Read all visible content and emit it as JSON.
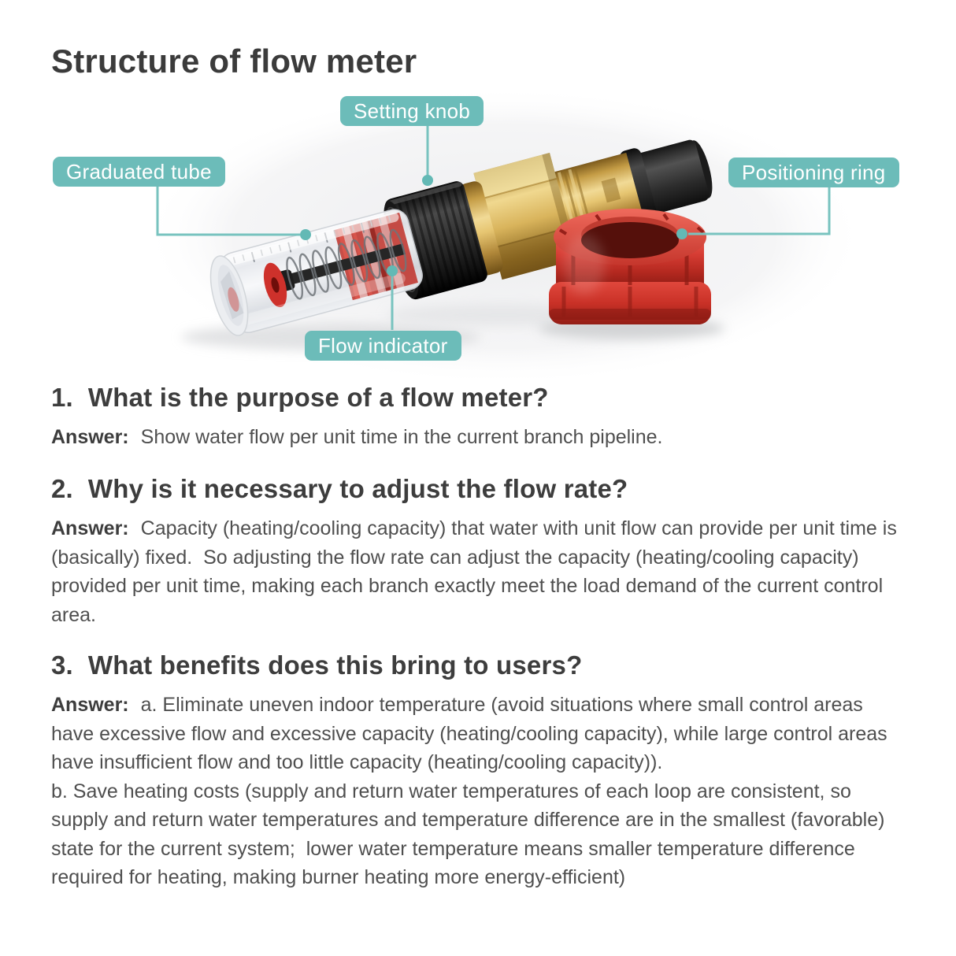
{
  "page": {
    "title": "Structure of flow meter"
  },
  "figure": {
    "accent_color": "#6cbcb9",
    "labels": {
      "setting_knob": "Setting knob",
      "graduated_tube": "Graduated tube",
      "positioning_ring": "Positioning ring",
      "flow_indicator": "Flow indicator"
    }
  },
  "qa": [
    {
      "number": "1.",
      "question": "What is the purpose of a flow meter?",
      "answer_label": "Answer:",
      "answer": "Show water flow per unit time in the current branch pipeline."
    },
    {
      "number": "2.",
      "question": "Why is it necessary to adjust the flow rate?",
      "answer_label": "Answer:",
      "answer": "Capacity (heating/cooling capacity) that water with unit flow can provide per unit time is (basically) fixed.  So adjusting the flow rate can adjust the capacity (heating/cooling capacity) provided per unit time, making each branch exactly meet the load demand of the current control area."
    },
    {
      "number": "3.",
      "question": "What benefits does this bring to users?",
      "answer_label": "Answer:",
      "answer_a": "a. Eliminate uneven indoor temperature (avoid situations where small control areas have excessive flow and excessive capacity (heating/cooling capacity), while large control areas have insufficient flow and too little capacity (heating/cooling capacity)).",
      "answer_b": "b. Save heating costs (supply and return water temperatures of each loop are consistent, so supply and return water temperatures and temperature difference are in the smallest (favorable) state for the current system;  lower water temperature means smaller temperature difference required for heating, making burner heating more energy-efficient)"
    }
  ]
}
